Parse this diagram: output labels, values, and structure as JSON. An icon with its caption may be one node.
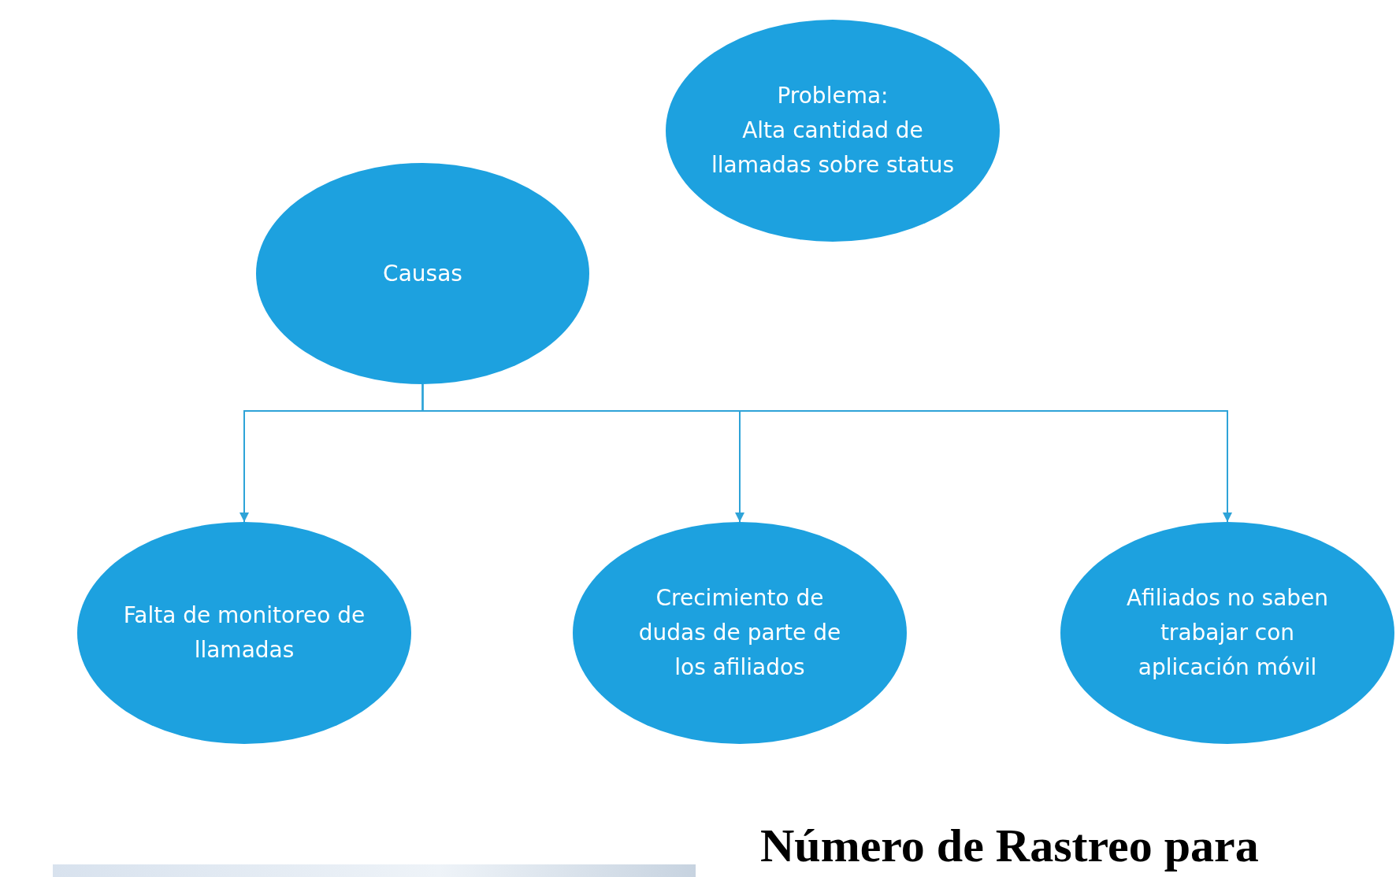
{
  "diagram": {
    "nodes": [
      {
        "text": [
          "Problema:",
          "Alta cantidad de llamadas sobre status"
        ]
      },
      {
        "text": [
          "Causas"
        ]
      },
      {
        "text": [
          "Falta de monitoreo de llamadas"
        ]
      },
      {
        "text": [
          "Crecimiento de dudas de parte de los afiliados"
        ]
      },
      {
        "text": [
          "Afiliados no saben trabajar con aplicación móvil"
        ]
      }
    ],
    "edges": [
      {
        "from": 1,
        "to": 2,
        "arrow": "to"
      },
      {
        "from": 1,
        "to": 3,
        "arrow": "to"
      },
      {
        "from": 1,
        "to": 4,
        "arrow": "to"
      }
    ],
    "labels": [
      "Número de Rastreo para"
    ]
  }
}
